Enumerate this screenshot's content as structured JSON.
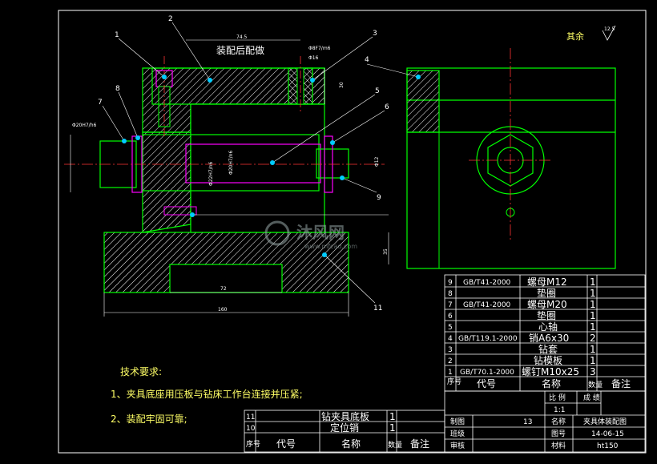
{
  "drawing": {
    "assembly_note": "装配后配做",
    "roughness_note": "其余",
    "roughness_value": "12.5",
    "watermark_text": "沐风网",
    "watermark_url": "www.mfcad.com",
    "tech_title": "技术要求:",
    "tech_items": [
      "1、夹具底座用压板与钻床工作台连接并压紧;",
      "2、装配牢固可靠;"
    ]
  },
  "dimensions": {
    "d1": "74.5",
    "d2": "Φ8F7/m6",
    "d3": "Φ16",
    "d4": "Φ20H7/h6",
    "d5": "Φ22H7/n6",
    "d6": "Φ20H7/n6",
    "d7": "72",
    "d8": "160",
    "d9": "35",
    "d10": "30",
    "d11": "Φ12"
  },
  "callouts": [
    "1",
    "2",
    "3",
    "4",
    "5",
    "6",
    "7",
    "8",
    "9",
    "11"
  ],
  "bom_main": {
    "rows": [
      {
        "no": "9",
        "code": "GB/T41-2000",
        "name": "螺母M12",
        "qty": "1"
      },
      {
        "no": "8",
        "code": "",
        "name": "垫圈",
        "qty": "1"
      },
      {
        "no": "7",
        "code": "GB/T41-2000",
        "name": "螺母M20",
        "qty": "1"
      },
      {
        "no": "6",
        "code": "",
        "name": "垫圈",
        "qty": "1"
      },
      {
        "no": "5",
        "code": "",
        "name": "心轴",
        "qty": "1"
      },
      {
        "no": "4",
        "code": "GB/T119.1-2000",
        "name": "销A6x30",
        "qty": "2"
      },
      {
        "no": "3",
        "code": "",
        "name": "钻套",
        "qty": "1"
      },
      {
        "no": "2",
        "code": "",
        "name": "钻模板",
        "qty": "1"
      },
      {
        "no": "1",
        "code": "GB/T70.1-2000",
        "name": "螺钉M10x25",
        "qty": "3"
      }
    ],
    "header": {
      "no": "序号",
      "code": "代号",
      "name": "名称",
      "qty": "数量",
      "remark": "备注"
    }
  },
  "bom_left": {
    "rows": [
      {
        "no": "11",
        "name": "钻夹具底板",
        "qty": "1"
      },
      {
        "no": "10",
        "name": "定位销",
        "qty": "1"
      }
    ],
    "header": {
      "no": "序号",
      "code": "代号",
      "name": "名称",
      "qty": "数量",
      "remark": "备注"
    }
  },
  "title_block": {
    "scale_label": "比 例",
    "scale_value": "1:1",
    "score_label": "成 绩",
    "drafter_label": "制图",
    "drafter_value": "13",
    "class_label": "班级",
    "reviewer_label": "审核",
    "name_label": "名称",
    "name_value": "夹具体装配图",
    "drawing_no_label": "图号",
    "drawing_no_value": "14-06-15",
    "material_label": "材料",
    "material_value": "ht150"
  }
}
